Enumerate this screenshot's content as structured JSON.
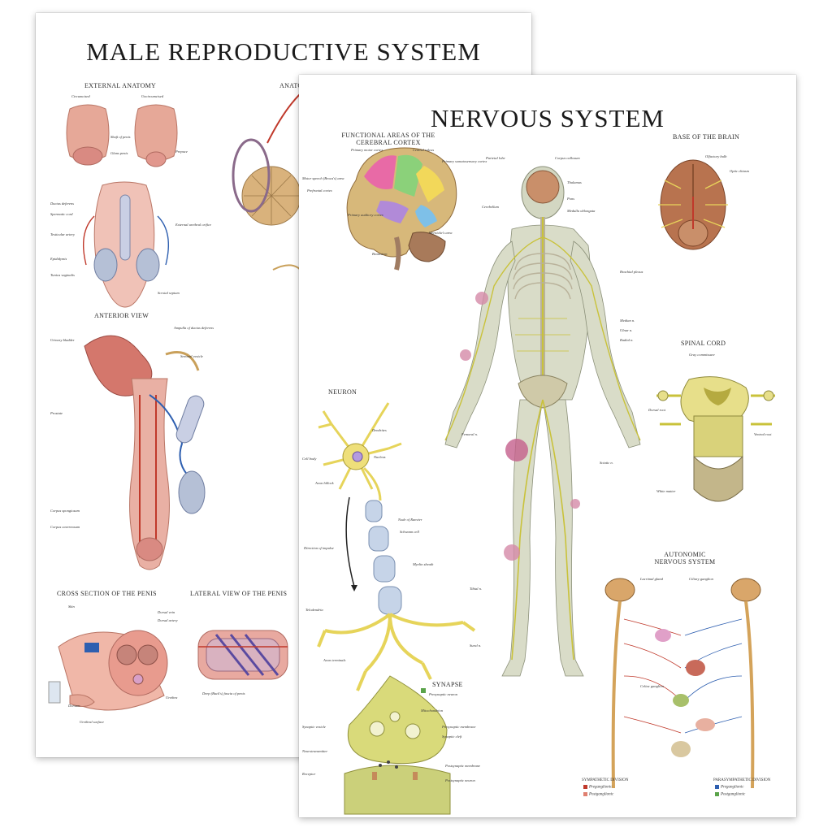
{
  "back_poster": {
    "title": "MALE REPRODUCTIVE SYSTEM",
    "sections": {
      "external_anatomy": "EXTERNAL ANATOMY",
      "anatomy_partial": "ANATO",
      "anterior_view": "ANTERIOR VIEW",
      "cross_section": "CROSS SECTION OF THE PENIS",
      "lateral_view": "LATERAL VIEW OF THE PENIS"
    },
    "labels": {
      "circumcised": "Circumcised",
      "uncircumcised": "Uncircumcised",
      "shaft_of_penis": "Shaft of penis",
      "glans_penis": "Glans penis",
      "prepuce": "Prepuce",
      "external_urethral_orifice": "External urethral orifice",
      "ductus_deferens": "Ductus deferens",
      "spermatic_cord": "Spermatic cord",
      "epididymis": "Epididymis",
      "testicular_artery": "Testicular artery",
      "tunica_vaginalis": "Tunica vaginalis",
      "scrotal_septum": "Scrotal septum",
      "ampulla": "Ampulla of ductus deferens",
      "seminal_vesicle": "Seminal vesicle",
      "prostate": "Prostate",
      "urinary_bladder": "Urinary bladder",
      "corpus_spongiosum": "Corpus spongiosum",
      "corpus_cavernosum": "Corpus cavernosum",
      "skin": "Skin",
      "dorsal_vein": "Dorsal vein",
      "dorsal_artery": "Dorsal artery",
      "urethra": "Urethra",
      "urethral_surface": "Urethral surface",
      "dorsum": "Dorsum",
      "deep_fascia": "Deep (Buck's) fascia of penis"
    }
  },
  "front_poster": {
    "title": "NERVOUS SYSTEM",
    "sections": {
      "functional_areas": "FUNCTIONAL AREAS OF THE CEREBRAL CORTEX",
      "base_of_brain": "BASE OF THE BRAIN",
      "spinal_cord": "SPINAL CORD",
      "neuron": "NEURON",
      "synapse": "SYNAPSE",
      "autonomic": "AUTONOMIC NERVOUS SYSTEM"
    },
    "labels": {
      "primary_motor_cortex": "Primary motor cortex",
      "central_sulcus": "Central sulcus",
      "primary_somatosensory_cortex": "Primary somatosensory cortex",
      "prefrontal_cortex": "Prefrontal cortex",
      "brocas_area": "Motor speech (Broca's) area",
      "primary_auditory_cortex": "Primary auditory cortex",
      "wernickes_area": "Wernicke's area",
      "brainstem": "Brainstem",
      "cerebellum": "Cerebellum",
      "parietal_lobe": "Parietal lobe",
      "corpus_callosum": "Corpus callosum",
      "thalamus": "Thalamus",
      "pons": "Pons",
      "medulla": "Medulla oblongata",
      "brachial_plexus": "Brachial plexus",
      "median_n": "Median n.",
      "ulnar_n": "Ulnar n.",
      "radial_n": "Radial n.",
      "sciatic_n": "Sciatic n.",
      "femoral_n": "Femoral n.",
      "tibial_n": "Tibial n.",
      "olfactory_bulb": "Olfactory bulb",
      "optic_chiasm": "Optic chiasm",
      "gray_commissure": "Gray commissure",
      "dorsal_root": "Dorsal root",
      "ventral_root": "Ventral root",
      "white_matter": "White matter",
      "dendrites": "Dendrites",
      "nucleus": "Nucleus",
      "cell_body": "Cell body",
      "axon_hillock": "Axon hillock",
      "node_of_ranvier": "Node of Ranvier",
      "schwann_cell": "Schwann cell",
      "myelin_sheath": "Myelin sheath",
      "direction_of_impulse": "Direction of impulse",
      "telodendria": "Telodendria",
      "axon_terminals": "Axon terminals",
      "presynaptic_neuron": "Presynaptic neuron",
      "mitochondrion": "Mitochondrion",
      "synaptic_vesicle": "Synaptic vesicle",
      "presynaptic_membrane": "Presynaptic membrane",
      "synaptic_cleft": "Synaptic cleft",
      "neurotransmitter": "Neurotransmitter",
      "receptor": "Receptor",
      "postsynaptic_membrane": "Postsynaptic membrane",
      "postsynaptic_neuron": "Postsynaptic neuron",
      "ciliary_ganglion": "Ciliary ganglion",
      "lacrimal_gland": "Lacrimal gland",
      "celiac_ganglion": "Celiac ganglion",
      "sural_n": "Sural n."
    },
    "legend": {
      "sympathetic_title": "SYMPATHETIC DIVISION",
      "parasympathetic_title": "PARASYMPATHETIC DIVISION",
      "preganglionic": "Preganglionic",
      "postganglionic": "Postganglionic"
    }
  },
  "colors": {
    "nerve_yellow": "#c9c23a",
    "skin_pink": "#e8a9a0",
    "brain_tan": "#c98f6a",
    "axon_blue": "#9fb6d6",
    "sympathetic_red": "#c0392b",
    "parasympathetic_blue": "#2e5fb0"
  }
}
